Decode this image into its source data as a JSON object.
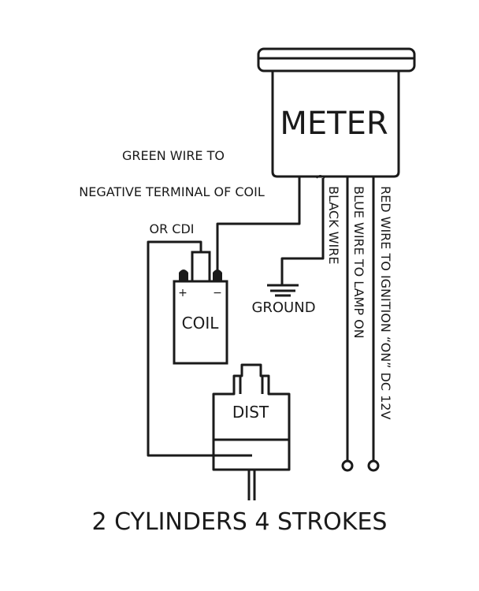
{
  "diagram": {
    "title": "2 CYLINDERS 4 STROKES",
    "components": {
      "meter": {
        "label": "METER"
      },
      "coil": {
        "label": "COIL",
        "positive_terminal": "+",
        "negative_terminal": "−"
      },
      "distributor": {
        "label": "DIST"
      },
      "ground": {
        "label": "GROUND"
      }
    },
    "annotations": {
      "green_wire_line1": "GREEN WIRE TO",
      "green_wire_line2": "NEGATIVE TERMINAL OF COIL",
      "green_wire_line3": "OR CDI"
    },
    "wires": [
      {
        "id": "black",
        "label": "BLACK WIRE",
        "from": "meter",
        "to": "ground"
      },
      {
        "id": "blue",
        "label": "BLUE WIRE TO LAMP ON",
        "from": "meter",
        "to": "lamp-terminal"
      },
      {
        "id": "red",
        "label": "RED WIRE TO IGNITION “ON” DC 12V",
        "from": "meter",
        "to": "ignition-terminal"
      },
      {
        "id": "green",
        "label": "GREEN WIRE TO NEGATIVE TERMINAL OF COIL OR CDI",
        "from": "meter",
        "to": "coil-negative"
      }
    ]
  }
}
